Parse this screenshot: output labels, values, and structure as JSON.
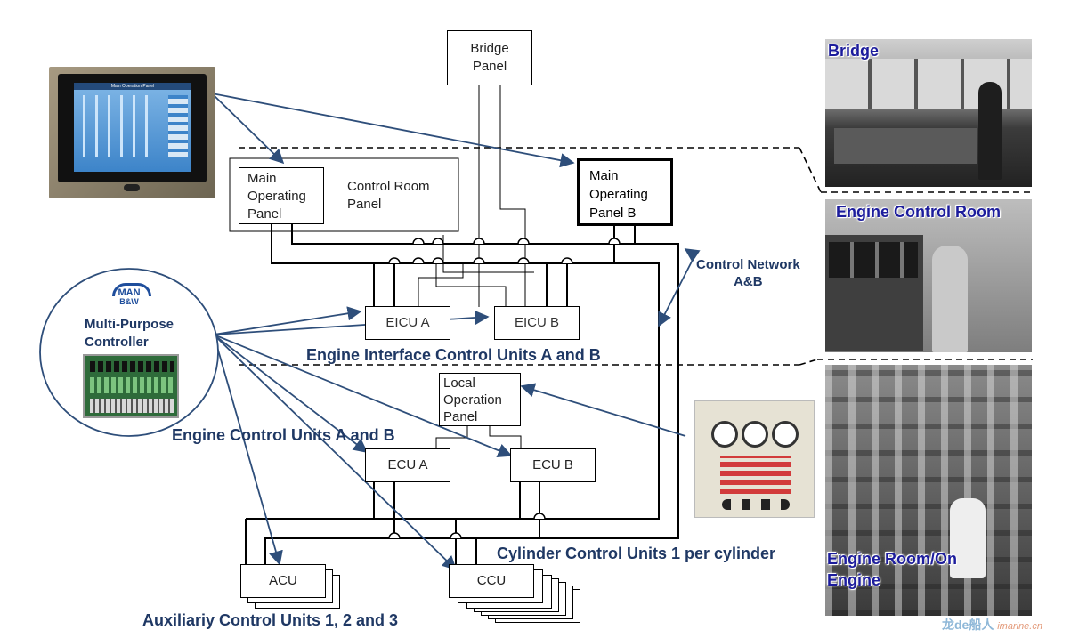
{
  "boxes": {
    "bridge_panel": "Bridge\nPanel",
    "main_operating_panel": "Main\nOperating\nPanel",
    "control_room_panel": "Control Room\nPanel",
    "main_operating_panel_b": "Main\nOperating\nPanel B",
    "eicu_a": "EICU A",
    "eicu_b": "EICU B",
    "local_operation_panel": "Local\nOperation\nPanel",
    "ecu_a": "ECU A",
    "ecu_b": "ECU B",
    "acu": "ACU",
    "ccu": "CCU"
  },
  "labels": {
    "eicu_caption": "Engine Interface Control Units A and B",
    "ecu_caption": "Engine Control Units A and B",
    "ccu_caption": "Cylinder Control Units 1 per cylinder",
    "acu_caption": "Auxiliariy Control Units 1, 2 and 3",
    "control_network": "Control Network\nA&B",
    "mpc_title": "Multi-Purpose\nController",
    "man_logo_top": "MAN",
    "man_logo_bottom": "B&W"
  },
  "photos": {
    "bridge": "Bridge",
    "engine_control_room": "Engine Control Room",
    "engine_room": "Engine Room/On\nEngine",
    "mop_screen_title": "Main Operation Panel"
  },
  "watermark": {
    "left": "龙de船人",
    "right": "imarine.cn"
  },
  "colors": {
    "label_blue": "#1f3864",
    "arrow_blue": "#2e4e7a",
    "photo_label": "#1c1c9c"
  }
}
